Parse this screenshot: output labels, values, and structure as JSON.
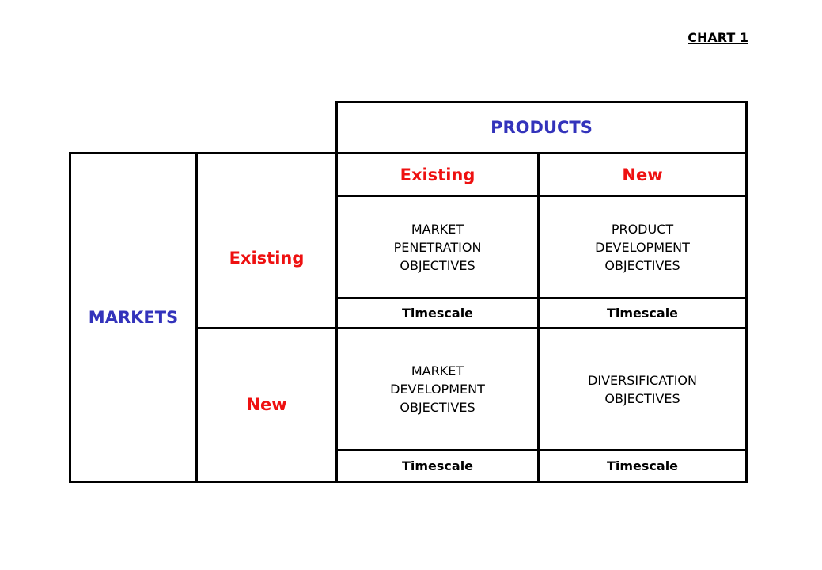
{
  "chart_label": "CHART 1",
  "colors": {
    "axis_title": "#3333bb",
    "axis_value": "#ee1111",
    "border": "#000000"
  },
  "products": {
    "title": "PRODUCTS",
    "existing": "Existing",
    "new": "New"
  },
  "markets": {
    "title": "MARKETS",
    "existing": "Existing",
    "new": "New"
  },
  "quadrants": {
    "existing_existing": {
      "objective": "MARKET\nPENETRATION\nOBJECTIVES",
      "timescale": "Timescale"
    },
    "existing_new": {
      "objective": "PRODUCT\nDEVELOPMENT\nOBJECTIVES",
      "timescale": "Timescale"
    },
    "new_existing": {
      "objective": "MARKET\nDEVELOPMENT\nOBJECTIVES",
      "timescale": "Timescale"
    },
    "new_new": {
      "objective": "DIVERSIFICATION\nOBJECTIVES",
      "timescale": "Timescale"
    }
  }
}
